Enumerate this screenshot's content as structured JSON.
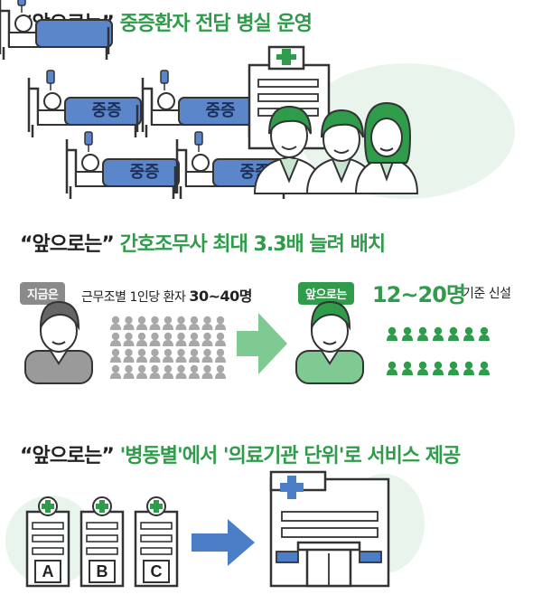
{
  "section1": {
    "quote": "“앞으로는”",
    "title": "중증환자 전담 병실 운영",
    "bed_label": "중증"
  },
  "section2": {
    "quote": "“앞으로는”",
    "title": "간호조무사 최대 3.3배 늘려 배치",
    "now_badge": "지금은",
    "now_text": "근무조별 1인당 환자",
    "now_range": "30~40명",
    "future_badge": "앞으로는",
    "future_range": "12~20명",
    "future_text": "기준 신설"
  },
  "section3": {
    "quote": "“앞으로는”",
    "title": "'병동별'에서 '의료기관 단위'로 서비스 제공",
    "ward_labels": [
      "A",
      "B",
      "C"
    ]
  },
  "colors": {
    "green": "#2e9c4a",
    "gray_badge": "#8a8a8a",
    "blue_bed": "#5b86c9",
    "light_green_bg": "#e8f4ec",
    "arrow_blue": "#4a7fc8"
  }
}
